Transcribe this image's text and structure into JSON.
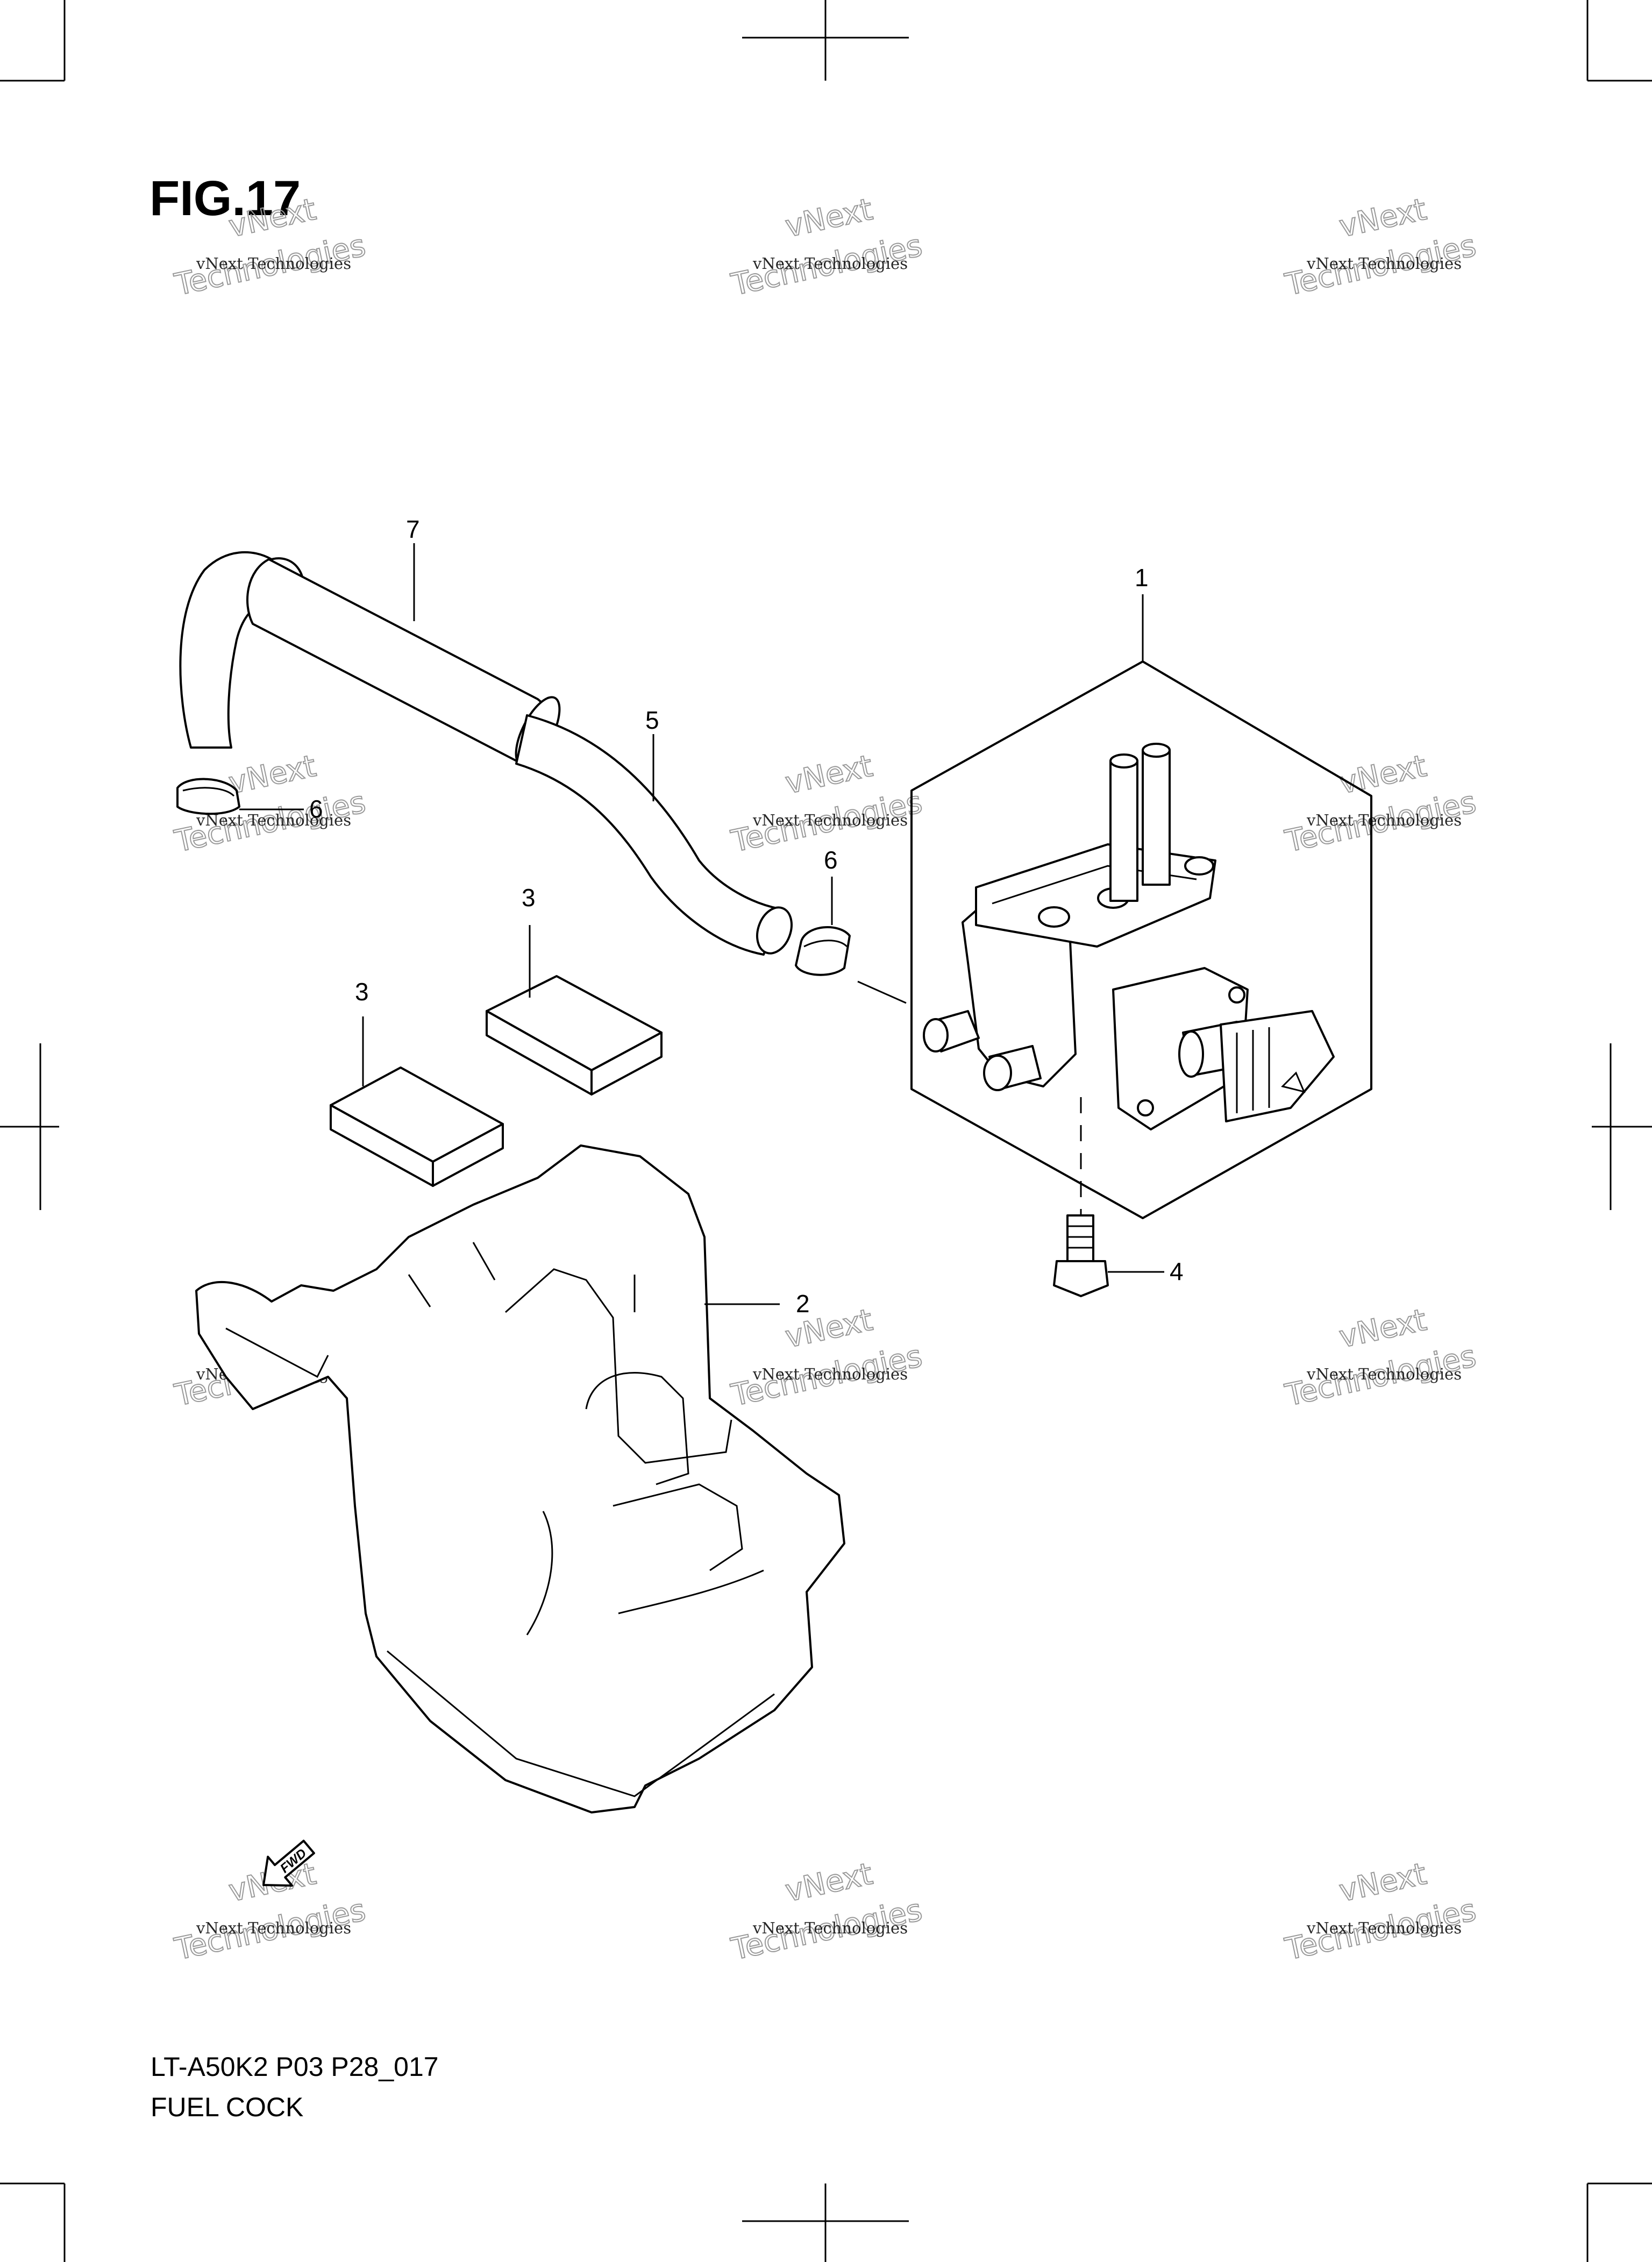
{
  "figure": {
    "title": "FIG.17",
    "model_code": "LT-A50K2 P03 P28_017",
    "caption": "FUEL COCK"
  },
  "watermark": {
    "line_small": "vNext Technologies",
    "line_big_top": "vNext",
    "line_big_bottom": "Technologies"
  },
  "direction_mark": "FWD",
  "callouts": [
    {
      "id": "callout-1",
      "label": "1"
    },
    {
      "id": "callout-2",
      "label": "2"
    },
    {
      "id": "callout-3a",
      "label": "3"
    },
    {
      "id": "callout-3b",
      "label": "3"
    },
    {
      "id": "callout-4",
      "label": "4"
    },
    {
      "id": "callout-5",
      "label": "5"
    },
    {
      "id": "callout-6a",
      "label": "6"
    },
    {
      "id": "callout-6b",
      "label": "6"
    },
    {
      "id": "callout-7",
      "label": "7"
    }
  ]
}
